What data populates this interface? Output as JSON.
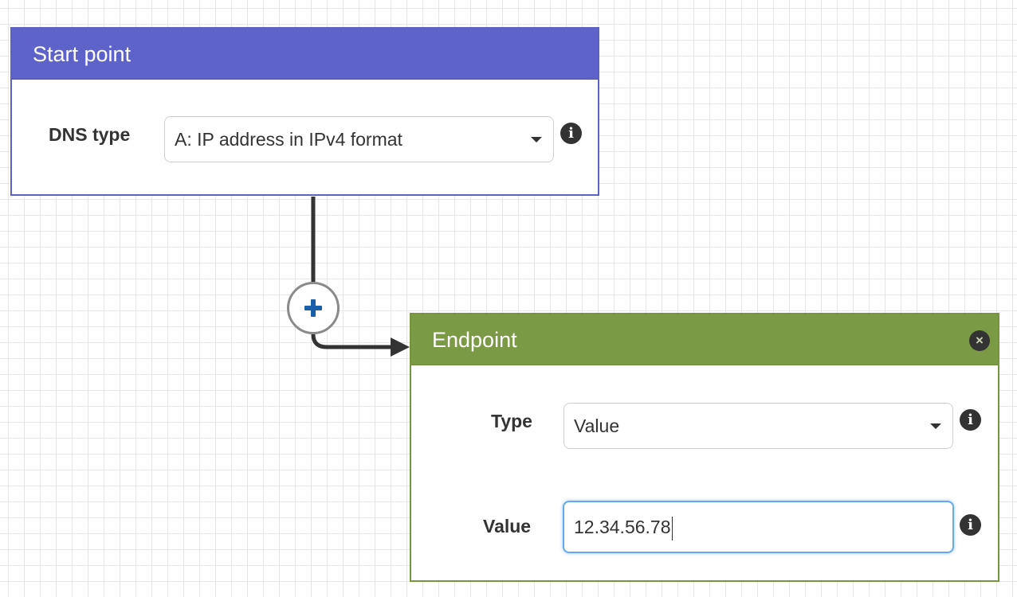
{
  "start_node": {
    "title": "Start point",
    "dns_type": {
      "label": "DNS type",
      "selected": "A: IP address in IPv4 format"
    },
    "color": "#5d63c8"
  },
  "endpoint_node": {
    "title": "Endpoint",
    "color": "#7b9a45",
    "type": {
      "label": "Type",
      "selected": "Value"
    },
    "value": {
      "label": "Value",
      "input": "12.34.56.78"
    }
  },
  "icons": {
    "info": "i",
    "close": "×",
    "add": "plus-icon",
    "dropdown": "chevron-down-icon"
  }
}
